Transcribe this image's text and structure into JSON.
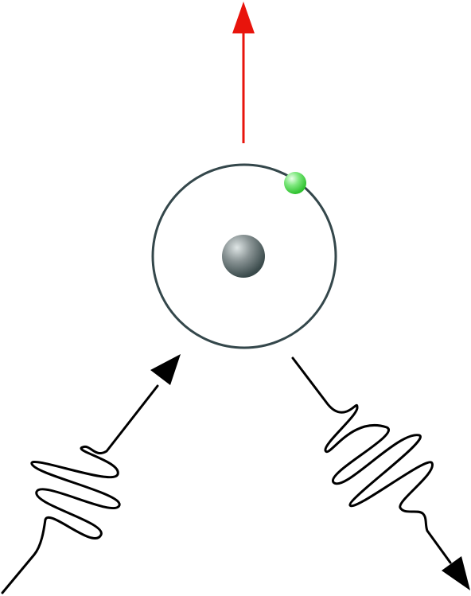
{
  "diagram": {
    "type": "atom-photon-scattering",
    "elements": [
      "outgoing-arrow",
      "atom-orbit",
      "nucleus",
      "electron",
      "incoming-photon",
      "outgoing-photon"
    ],
    "colors": {
      "background": "#ffffff",
      "outgoing_arrow": "#e8140c",
      "orbit": "#34474b",
      "nucleus_light": "#dfe6e6",
      "nucleus_dark": "#3a4a4b",
      "electron_light": "#eaffea",
      "electron_dark": "#2ec12e",
      "photon": "#000000"
    }
  }
}
